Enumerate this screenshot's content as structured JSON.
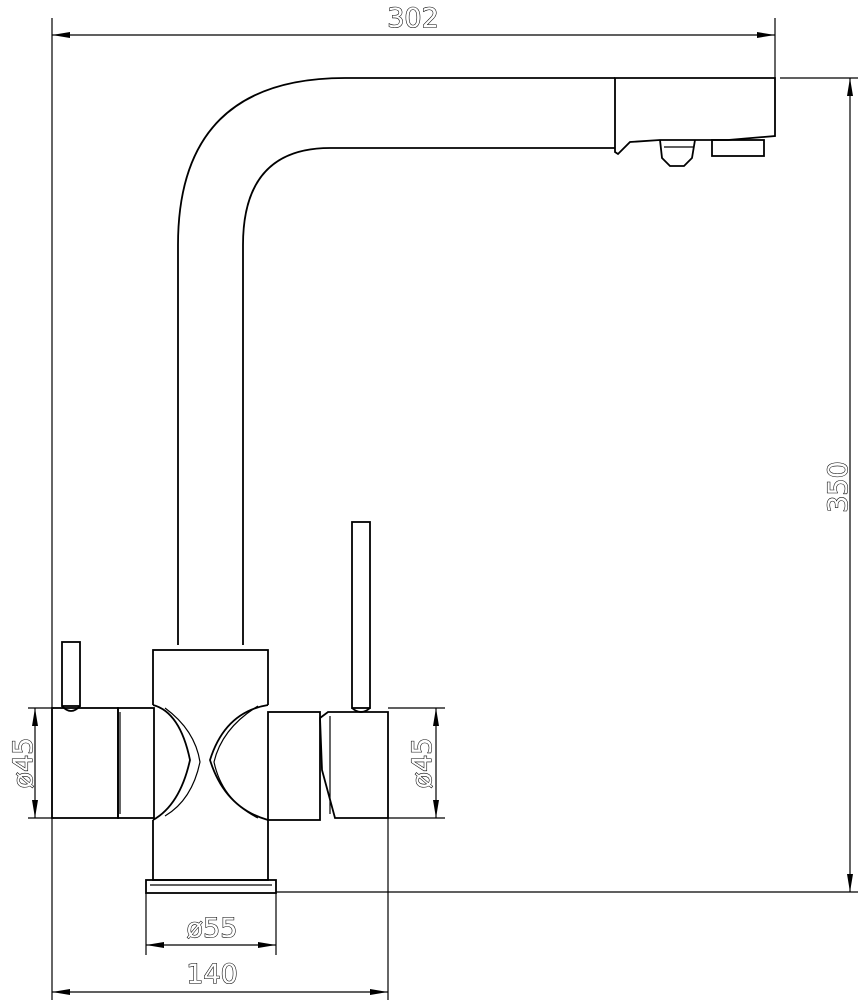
{
  "dimensions": {
    "total_width": "302",
    "total_height": "350",
    "left_handle_diameter": "ø45",
    "right_handle_diameter": "ø45",
    "base_diameter": "ø55",
    "base_width": "140"
  }
}
